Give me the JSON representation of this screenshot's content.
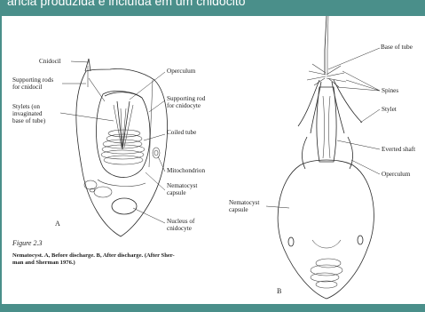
{
  "slide": {
    "caption": "ancia produzida e incluída em um cnidócito"
  },
  "figure": {
    "panel_a": "A",
    "panel_b": "B",
    "labels_a": {
      "cnidocil": "Cnidocil",
      "supporting_rods_1": "Supporting rods",
      "supporting_rods_2": "for cnidocil",
      "stylets_1": "Stylets (on",
      "stylets_2": "invaginated",
      "stylets_3": "base of tube)",
      "operculum": "Operculum",
      "supporting_rod_1": "Supporting rod",
      "supporting_rod_2": "for cnidocyte",
      "coiled_tube": "Coiled tube",
      "mitochondrion": "Mitochondrion",
      "nematocyst_capsule_1": "Nematocyst",
      "nematocyst_capsule_2": "capsule",
      "nucleus_1": "Nucleus of",
      "nucleus_2": "cnidocyte"
    },
    "labels_b": {
      "base_of_tube": "Base of tube",
      "spines": "Spines",
      "stylet": "Stylet",
      "everted_shaft": "Everted shaft",
      "operculum": "Operculum",
      "nematocyst_capsule_1": "Nematocyst",
      "nematocyst_capsule_2": "capsule"
    },
    "caption": {
      "title": "Figure 2.3",
      "line1": "Nematocyst. A, Before discharge. B, After discharge. (After Sher-",
      "line2": "man and Sherman 1976.)"
    }
  }
}
